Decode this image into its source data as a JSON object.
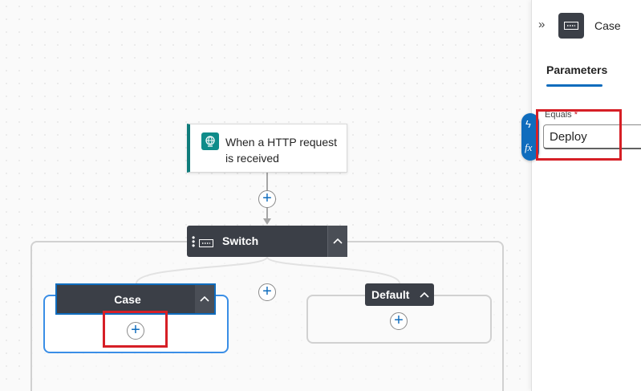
{
  "canvas": {
    "trigger": {
      "label": "When a HTTP request is received",
      "icon": "http-globe-icon"
    },
    "switch": {
      "label": "Switch",
      "icon": "switch-icon"
    },
    "case": {
      "label": "Case"
    },
    "default": {
      "label": "Default"
    },
    "add_symbol": "+"
  },
  "panel": {
    "title": "Case",
    "icon": "case-icon",
    "tab_label": "Parameters",
    "field": {
      "label": "Equals",
      "required_mark": "*",
      "value": "Deploy"
    },
    "token_buttons": {
      "dynamic_content": "ϟ",
      "expression": "fx"
    }
  },
  "colors": {
    "accent": "#0f6cbd",
    "highlight": "#d61f26",
    "trigger_stripe": "#0f7c7b",
    "action_header": "#3b3f47"
  }
}
